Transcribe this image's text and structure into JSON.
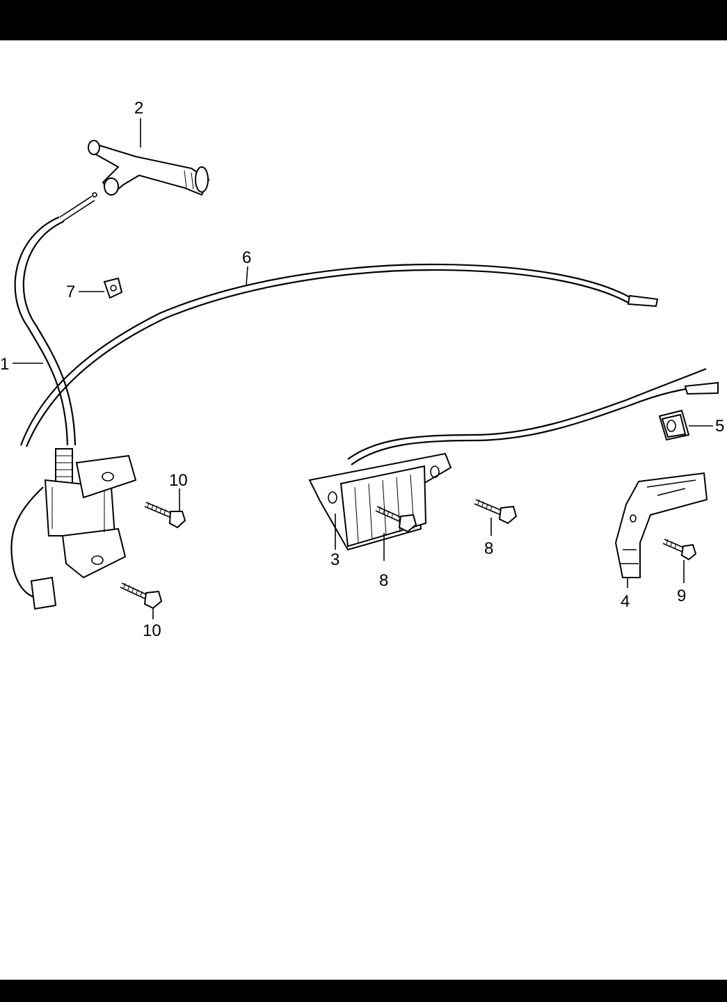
{
  "diagram": {
    "callouts": [
      {
        "id": "c1",
        "label": "1"
      },
      {
        "id": "c2",
        "label": "2"
      },
      {
        "id": "c3",
        "label": "3"
      },
      {
        "id": "c4",
        "label": "4"
      },
      {
        "id": "c5",
        "label": "5"
      },
      {
        "id": "c6",
        "label": "6"
      },
      {
        "id": "c7",
        "label": "7"
      },
      {
        "id": "c8a",
        "label": "8"
      },
      {
        "id": "c8b",
        "label": "8"
      },
      {
        "id": "c9",
        "label": "9"
      },
      {
        "id": "c10a",
        "label": "10"
      },
      {
        "id": "c10b",
        "label": "10"
      }
    ]
  }
}
